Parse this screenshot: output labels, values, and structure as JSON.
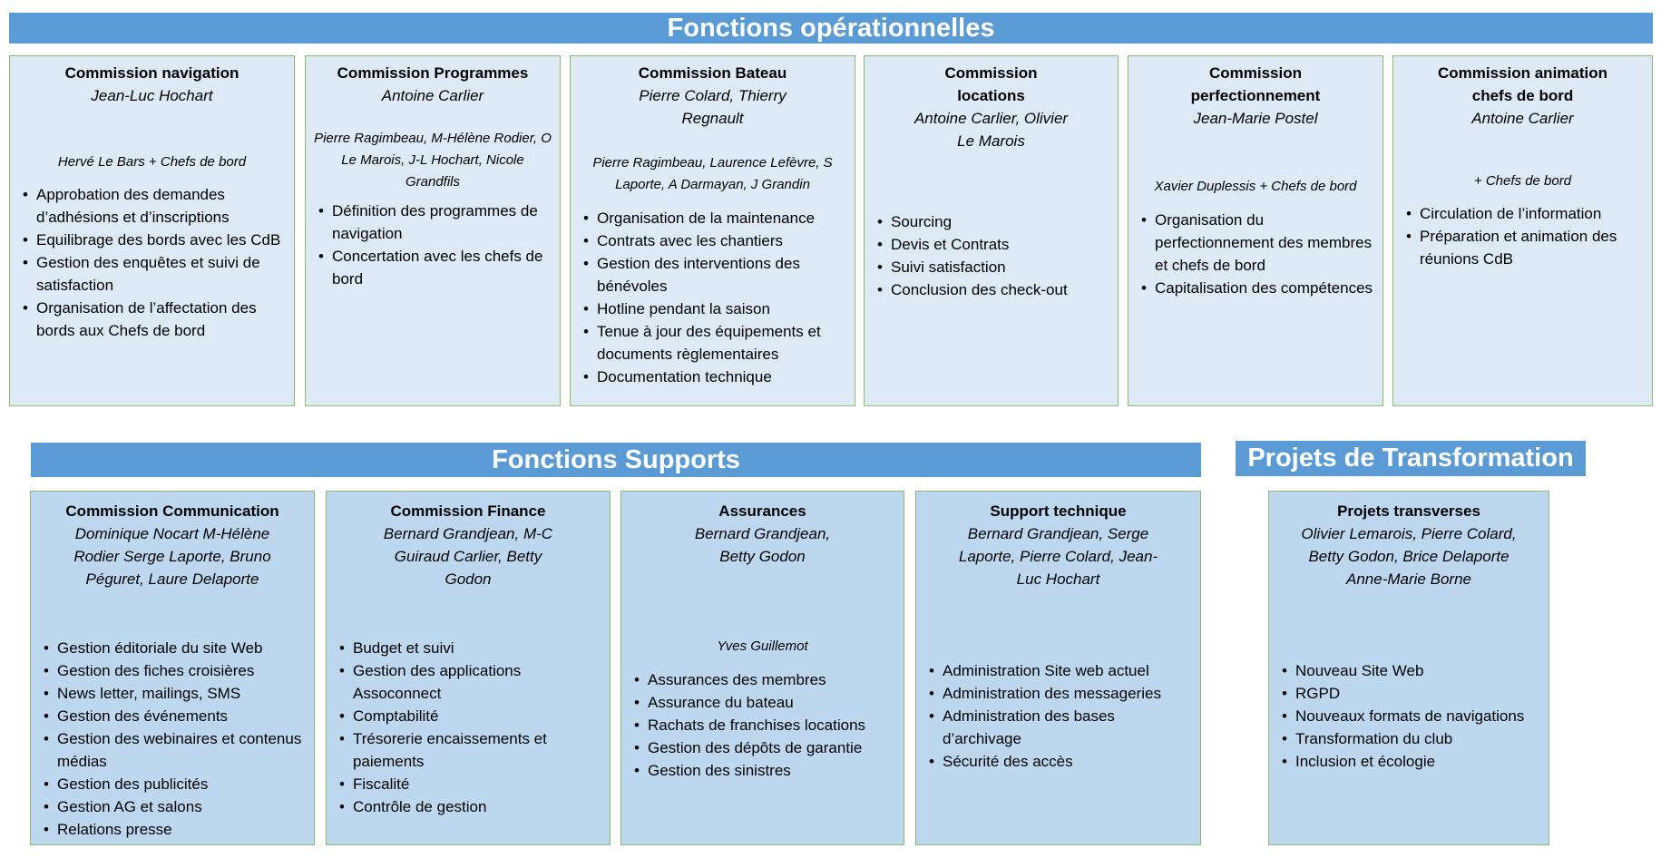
{
  "banners": {
    "operational": "Fonctions opérationnelles",
    "supports": "Fonctions Supports",
    "transformation": "Projets de Transformation"
  },
  "colors": {
    "banner": "#5b9bd5",
    "box_operational": "#dde9f5",
    "box_support": "#bdd7ee",
    "border": "#8dbb6e"
  },
  "operational": [
    {
      "title": "Commission navigation",
      "names": "Jean-Luc Hochart",
      "members": "Hervé Le Bars + Chefs de bord",
      "items": [
        "Approbation des demandes d’adhésions et d’inscriptions",
        "Equilibrage des bords avec les CdB",
        "Gestion des enquêtes et suivi de satisfaction",
        "Organisation de l’affectation des bords aux Chefs de bord"
      ]
    },
    {
      "title": "Commission Programmes",
      "names": "Antoine Carlier",
      "members": "Pierre Ragimbeau, M-Hélène Rodier, O Le Marois, J-L Hochart, Nicole Grandfils",
      "items": [
        "Définition des programmes de navigation",
        "Concertation avec les chefs de bord"
      ]
    },
    {
      "title": "Commission Bateau",
      "names": "Pierre Colard, Thierry Regnault",
      "members": "Pierre Ragimbeau, Laurence Lefèvre, S Laporte, A Darmayan, J Grandin",
      "items": [
        "Organisation de la maintenance",
        "Contrats avec les chantiers",
        "Gestion des interventions des bénévoles",
        "Hotline pendant la saison",
        "Tenue à jour des équipements et documents règlementaires",
        "Documentation technique"
      ]
    },
    {
      "title": "Commission  locations",
      "names": "Antoine Carlier, Olivier Le Marois",
      "members": "",
      "items": [
        "Sourcing",
        "Devis et Contrats",
        "Suivi satisfaction",
        "Conclusion des check-out"
      ]
    },
    {
      "title": "Commission perfectionnement",
      "names": "Jean-Marie Postel",
      "members": "Xavier Duplessis + Chefs de bord",
      "items": [
        "Organisation du perfectionnement des membres et chefs de bord",
        "Capitalisation des compétences"
      ]
    },
    {
      "title": "Commission animation chefs de bord",
      "names": "Antoine Carlier",
      "members": "+ Chefs de bord",
      "items": [
        "Circulation de l’information",
        "Préparation et animation des réunions CdB"
      ]
    }
  ],
  "supports": [
    {
      "title": "Commission Communication",
      "names": "Dominique Nocart M-Hélène Rodier Serge Laporte, Bruno Péguret, Laure Delaporte",
      "members": "",
      "items": [
        "Gestion éditoriale du site Web",
        "Gestion des fiches croisières",
        "News letter, mailings, SMS",
        "Gestion des événements",
        "Gestion des webinaires et contenus médias",
        "Gestion des publicités",
        "Gestion AG et salons",
        "Relations presse"
      ]
    },
    {
      "title": "Commission Finance",
      "names": "Bernard Grandjean, M-C Guiraud Carlier, Betty Godon",
      "members": "",
      "items": [
        "Budget et suivi",
        "Gestion des applications Assoconnect",
        "Comptabilité",
        "Trésorerie encaissements et paiements",
        "Fiscalité",
        "Contrôle de gestion"
      ]
    },
    {
      "title": "Assurances",
      "names": "Bernard Grandjean, Betty Godon",
      "members": "Yves Guillemot",
      "items": [
        "Assurances des membres",
        "Assurance du bateau",
        "Rachats de franchises locations",
        "Gestion des dépôts de garantie",
        "Gestion des sinistres"
      ]
    },
    {
      "title": "Support technique",
      "names": "Bernard Grandjean, Serge Laporte, Pierre Colard, Jean-Luc Hochart",
      "members": "",
      "items": [
        "Administration Site web actuel",
        "Administration des messageries",
        "Administration des bases d’archivage",
        "Sécurité des accès"
      ]
    }
  ],
  "transformation": [
    {
      "title": "Projets transverses",
      "names": "Olivier Lemarois, Pierre Colard, Betty Godon, Brice Delaporte Anne-Marie Borne",
      "members": "",
      "items": [
        "Nouveau Site Web",
        "RGPD",
        "Nouveaux formats de navigations",
        "Transformation du club",
        "Inclusion et écologie"
      ]
    }
  ]
}
